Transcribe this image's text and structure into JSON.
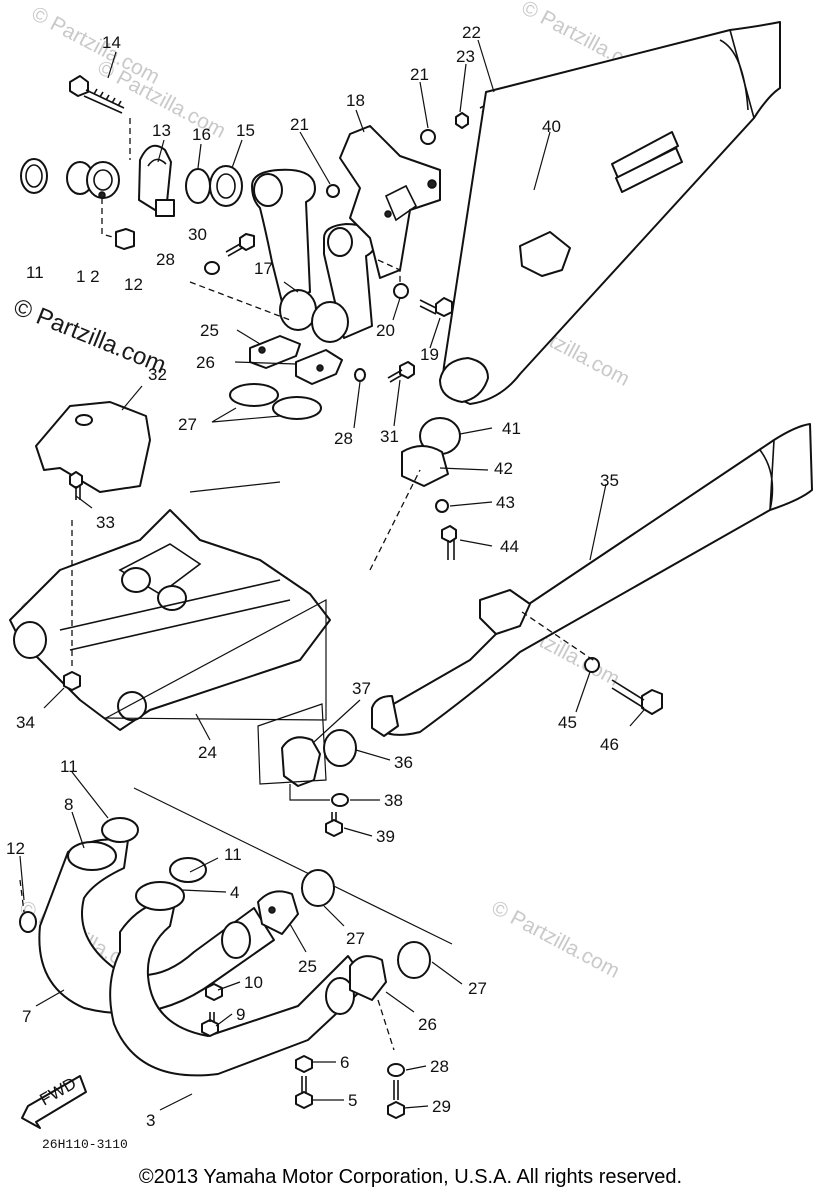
{
  "callouts": [
    {
      "id": "c11a",
      "text": "11"
    },
    {
      "id": "c12a",
      "text": "1 2"
    },
    {
      "id": "c12b",
      "text": "12"
    },
    {
      "id": "c14",
      "text": "14"
    },
    {
      "id": "c13",
      "text": "13"
    },
    {
      "id": "c16",
      "text": "16"
    },
    {
      "id": "c15",
      "text": "15"
    },
    {
      "id": "c30",
      "text": "30"
    },
    {
      "id": "c28a",
      "text": "28"
    },
    {
      "id": "c17",
      "text": "17"
    },
    {
      "id": "c21a",
      "text": "21"
    },
    {
      "id": "c18",
      "text": "18"
    },
    {
      "id": "c21b",
      "text": "21"
    },
    {
      "id": "c23",
      "text": "23"
    },
    {
      "id": "c22",
      "text": "22"
    },
    {
      "id": "c40",
      "text": "40"
    },
    {
      "id": "c20",
      "text": "20"
    },
    {
      "id": "c19",
      "text": "19"
    },
    {
      "id": "c25a",
      "text": "25"
    },
    {
      "id": "c26a",
      "text": "26"
    },
    {
      "id": "c32",
      "text": "32"
    },
    {
      "id": "c27a",
      "text": "27"
    },
    {
      "id": "c28b",
      "text": "28"
    },
    {
      "id": "c31",
      "text": "31"
    },
    {
      "id": "c41",
      "text": "41"
    },
    {
      "id": "c42",
      "text": "42"
    },
    {
      "id": "c43",
      "text": "43"
    },
    {
      "id": "c44",
      "text": "44"
    },
    {
      "id": "c35",
      "text": "35"
    },
    {
      "id": "c33",
      "text": "33"
    },
    {
      "id": "c34",
      "text": "34"
    },
    {
      "id": "c24",
      "text": "24"
    },
    {
      "id": "c37",
      "text": "37"
    },
    {
      "id": "c36",
      "text": "36"
    },
    {
      "id": "c45",
      "text": "45"
    },
    {
      "id": "c46",
      "text": "46"
    },
    {
      "id": "c38",
      "text": "38"
    },
    {
      "id": "c39",
      "text": "39"
    },
    {
      "id": "c11b",
      "text": "11"
    },
    {
      "id": "c8",
      "text": "8"
    },
    {
      "id": "c11c",
      "text": "11"
    },
    {
      "id": "c12c",
      "text": "12"
    },
    {
      "id": "c4",
      "text": "4"
    },
    {
      "id": "c27b",
      "text": "27"
    },
    {
      "id": "c27c",
      "text": "27"
    },
    {
      "id": "c25b",
      "text": "25"
    },
    {
      "id": "c10",
      "text": "10"
    },
    {
      "id": "c26b",
      "text": "26"
    },
    {
      "id": "c7",
      "text": "7"
    },
    {
      "id": "c9",
      "text": "9"
    },
    {
      "id": "c6",
      "text": "6"
    },
    {
      "id": "c28c",
      "text": "28"
    },
    {
      "id": "c5",
      "text": "5"
    },
    {
      "id": "c29",
      "text": "29"
    },
    {
      "id": "c3",
      "text": "3"
    }
  ],
  "watermark_text": "© Partzilla.com",
  "arrow_label": "FWD",
  "diagram_code": "26H110-3110",
  "copyright": "©2013 Yamaha Motor Corporation, U.S.A. All rights reserved."
}
